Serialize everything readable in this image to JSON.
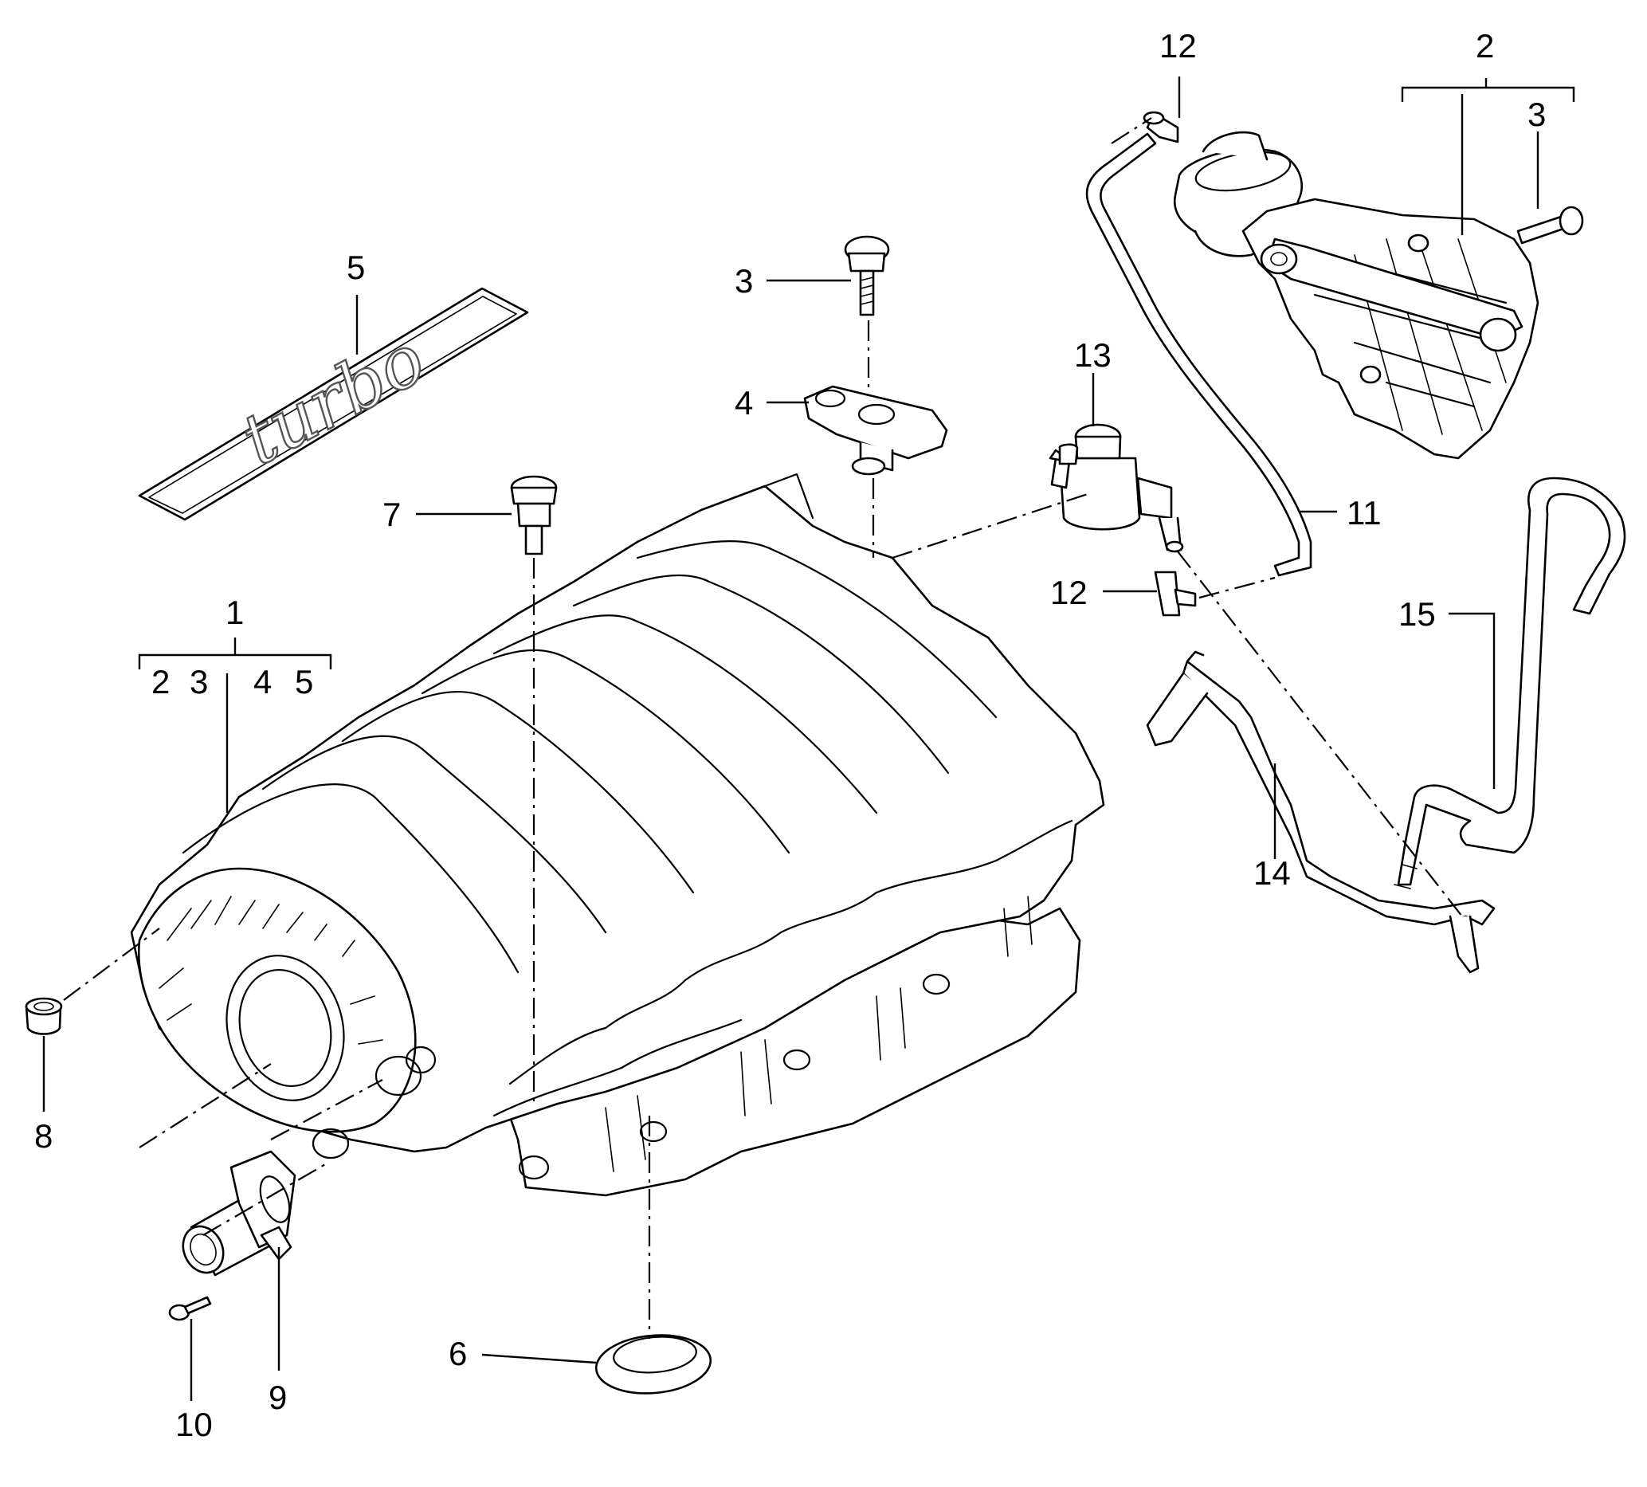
{
  "callouts": {
    "c1": "1",
    "c1_sub_2": "2",
    "c1_sub_3": "3",
    "c1_sub_4": "4",
    "c1_sub_5": "5",
    "c2": "2",
    "c3_top_right": "3",
    "c3_center": "3",
    "c4": "4",
    "c5": "5",
    "c6": "6",
    "c7": "7",
    "c8": "8",
    "c9": "9",
    "c10": "10",
    "c11": "11",
    "c12_top": "12",
    "c12_mid": "12",
    "c13": "13",
    "c14": "14",
    "c15": "15"
  },
  "emblem_text": "turbo"
}
